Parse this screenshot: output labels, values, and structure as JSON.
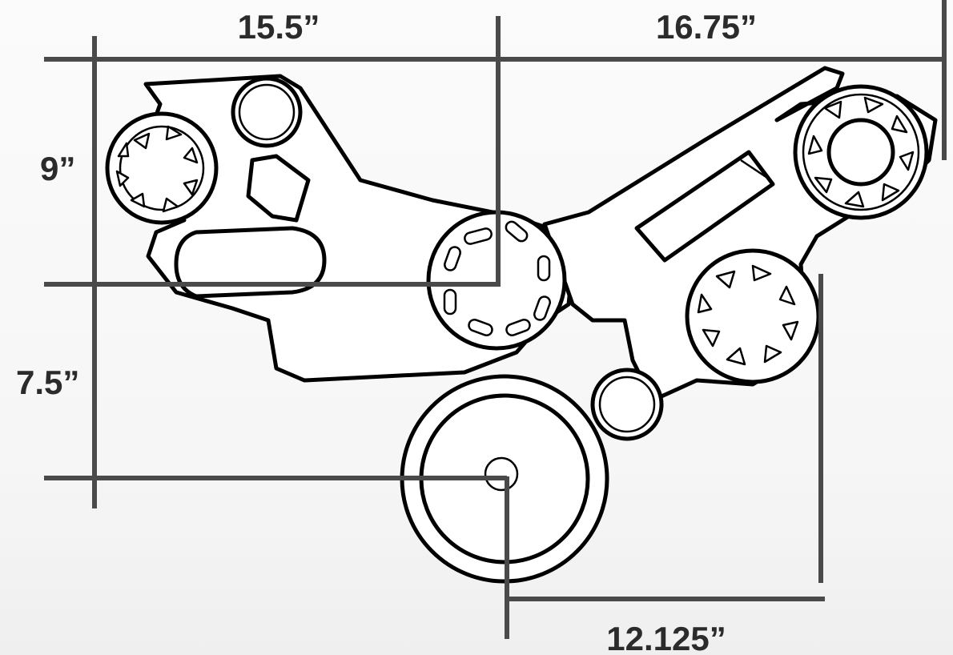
{
  "dimensions": {
    "top_left_width": "15.5”",
    "top_right_width": "16.75”",
    "left_upper_height": "9”",
    "left_lower_height": "7.5”",
    "bottom_width": "12.125”"
  },
  "colors": {
    "dimension_line": "#4a4a4a",
    "outline": "#000000",
    "background": "#ffffff"
  }
}
